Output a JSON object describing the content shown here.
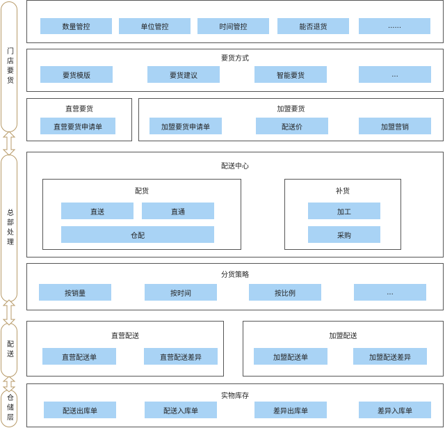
{
  "layers": {
    "store": "门店要货",
    "hq": "总部处理",
    "delivery": "配送",
    "storage": "仓储层"
  },
  "row1": {
    "buttons": [
      "数量管控",
      "单位管控",
      "时间管控",
      "能否退货",
      "......"
    ]
  },
  "ordering_method": {
    "title": "要货方式",
    "buttons": [
      "要货模版",
      "要货建议",
      "智能要货",
      "..."
    ]
  },
  "direct_order": {
    "title": "直营要货",
    "buttons": [
      "直营要货申请单"
    ]
  },
  "franchise_order": {
    "title": "加盟要货",
    "buttons": [
      "加盟要货申请单",
      "配送价",
      "加盟营销"
    ]
  },
  "dc": {
    "title": "配送中心",
    "allocation": {
      "title": "配货",
      "buttons": [
        "直送",
        "直通",
        "仓配"
      ]
    },
    "replenish": {
      "title": "补货",
      "buttons": [
        "加工",
        "采购"
      ]
    }
  },
  "strategy": {
    "title": "分货策略",
    "buttons": [
      "按销量",
      "按时间",
      "按比例",
      "..."
    ]
  },
  "direct_delivery": {
    "title": "直营配送",
    "buttons": [
      "直营配送单",
      "直营配送差异"
    ]
  },
  "franchise_delivery": {
    "title": "加盟配送",
    "buttons": [
      "加盟配送单",
      "加盟配送差异"
    ]
  },
  "inventory": {
    "title": "实物库存",
    "buttons": [
      "配送出库单",
      "配送入库单",
      "差异出库单",
      "差异入库单"
    ]
  },
  "colors": {
    "button_fill": "#a9d3f5",
    "pill_border": "#b79a68",
    "box_border": "#555555"
  }
}
